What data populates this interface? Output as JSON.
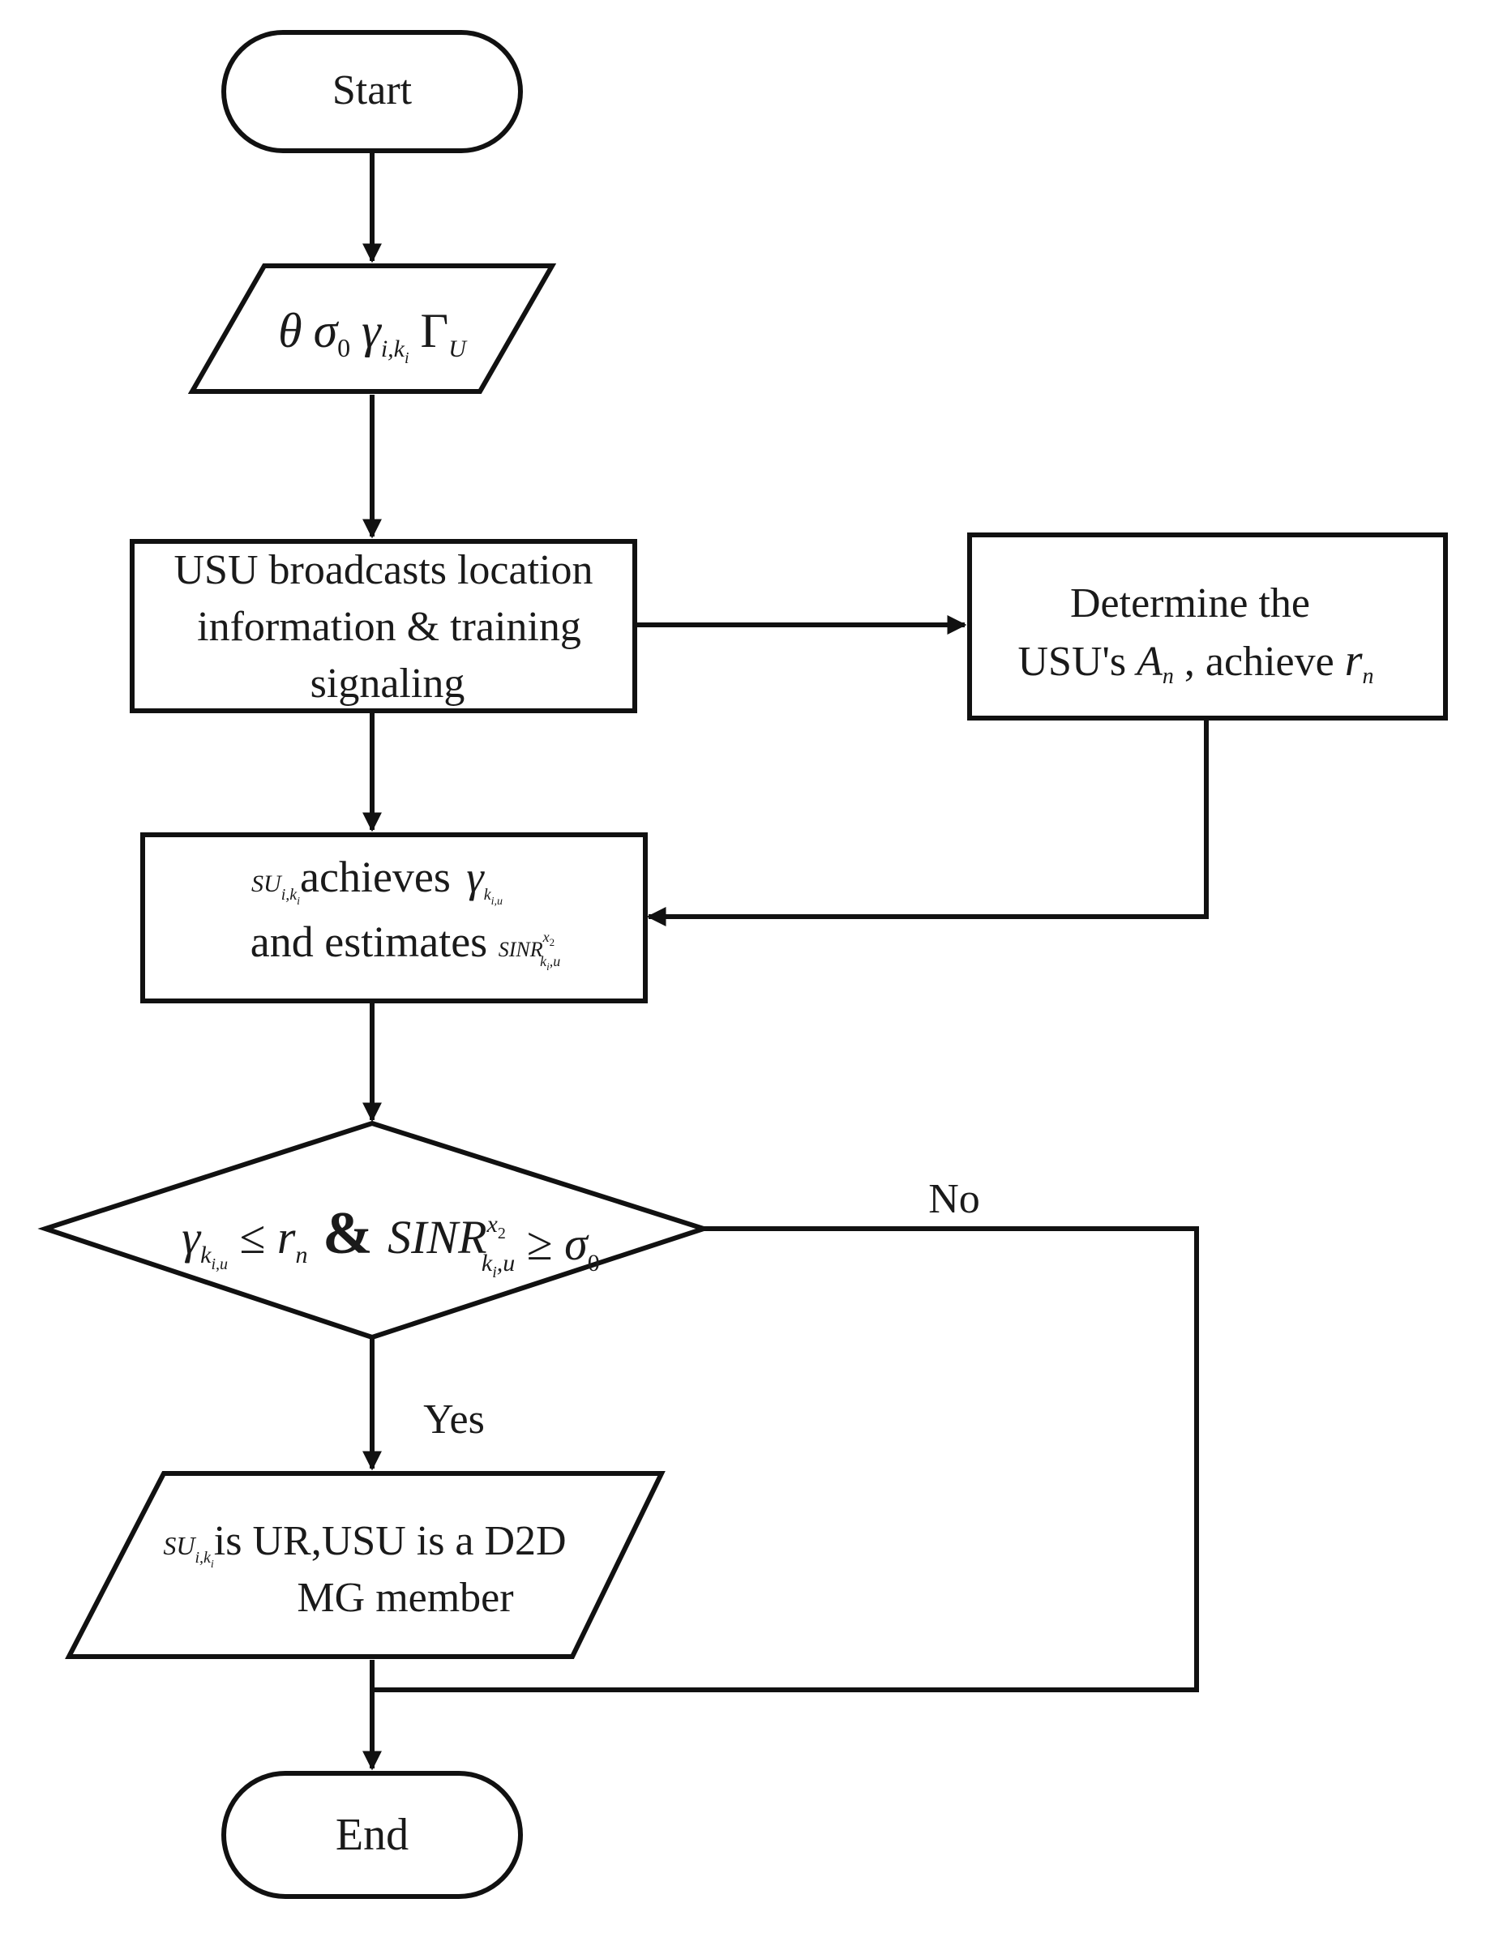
{
  "nodes": {
    "start": {
      "label": "Start"
    },
    "params": {
      "theta": "θ",
      "sigma": "σ",
      "sigma_sub": "0",
      "gamma": "γ",
      "gamma_sub": "i,k",
      "gamma_subsub": "i",
      "Gamma": "Γ",
      "Gamma_sub": "U"
    },
    "broadcast": {
      "line1": "USU broadcasts location",
      "line2": "information &  training",
      "line3": "signaling"
    },
    "determine": {
      "line1": "Determine the",
      "line2_pre": "USU's ",
      "A": "A",
      "A_sub": "n",
      "line2_mid": " , achieve ",
      "r": "r",
      "r_sub": "n"
    },
    "achieves": {
      "su": "SU",
      "su_sub": "i,k",
      "su_subsub": "i",
      "text1": "achieves ",
      "gamma": "γ",
      "gamma_sub": "k",
      "gamma_subsub": "i,u",
      "text2": "and estimates ",
      "sinr": "SINR",
      "sinr_sup": "x",
      "sinr_supsub": "2",
      "sinr_sub": "k",
      "sinr_subsub": "i",
      "sinr_sub_tail": ",u"
    },
    "decision": {
      "gamma": "γ",
      "gamma_sub": "k",
      "gamma_subsub": "i,u",
      "le": " ≤ ",
      "r": "r",
      "r_sub": "n",
      "amp": " & ",
      "sinr": "SINR",
      "sinr_sup": "x",
      "sinr_supsub": "2",
      "sinr_sub": "k",
      "sinr_subsub": "i",
      "sinr_sub_tail": ",u",
      "ge": " ≥ ",
      "sigma": "σ",
      "sigma_sub": "0"
    },
    "result": {
      "su": "SU",
      "su_sub": "i,k",
      "su_subsub": "i",
      "text1": "is UR,USU is a D2D",
      "line2": "MG member"
    },
    "end": {
      "label": "End"
    }
  },
  "edges": {
    "no_label": "No",
    "yes_label": "Yes"
  }
}
